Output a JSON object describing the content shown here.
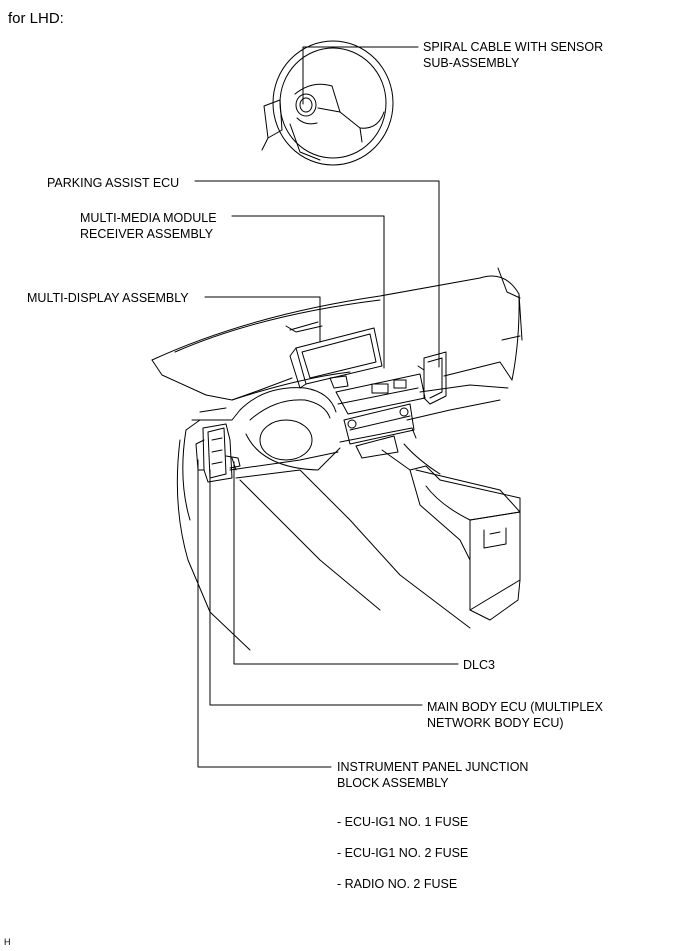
{
  "header": "for LHD:",
  "labels": {
    "spiral_cable_1": "SPIRAL CABLE WITH SENSOR",
    "spiral_cable_2": "SUB-ASSEMBLY",
    "parking_assist": "PARKING ASSIST ECU",
    "multimedia_1": "MULTI-MEDIA MODULE",
    "multimedia_2": "RECEIVER ASSEMBLY",
    "multi_display": "MULTI-DISPLAY ASSEMBLY",
    "dlc3": "DLC3",
    "main_body_1": "MAIN BODY ECU (MULTIPLEX",
    "main_body_2": "NETWORK BODY ECU)",
    "ip_junction_1": "INSTRUMENT PANEL JUNCTION",
    "ip_junction_2": "BLOCK ASSEMBLY",
    "fuse_1": "- ECU-IG1 NO. 1 FUSE",
    "fuse_2": "- ECU-IG1 NO. 2 FUSE",
    "fuse_3": "- RADIO NO. 2 FUSE"
  },
  "figure_code": "H"
}
